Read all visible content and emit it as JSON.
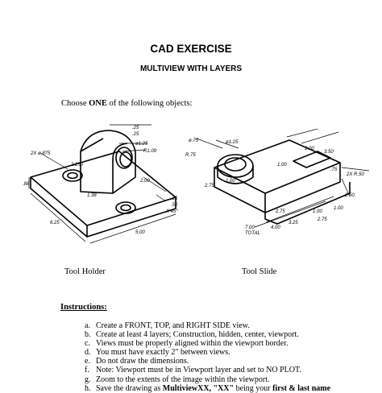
{
  "header": {
    "title": "CAD EXERCISE",
    "subtitle": "MULTIVIEW WITH LAYERS"
  },
  "prompt": {
    "prefix": "Choose ",
    "emphasis": "ONE",
    "suffix": " of the following objects:"
  },
  "figures": {
    "tool_holder": {
      "caption": "Tool Holder",
      "dims": {
        "d25a": ".25",
        "d25b": ".25",
        "r125": "ø1.25",
        "r109": "R1.09",
        "holes": "2X ø.875",
        "d250": "2.250",
        "d88": ".88",
        "d138": "1.38",
        "d200": "2.00",
        "d25c": ".25",
        "d50": ".50",
        "d45": "X 45°",
        "d625": "6.25",
        "d500": "5.00"
      }
    },
    "tool_slide": {
      "caption": "Tool Slide",
      "dims": {
        "d75": "ø.75",
        "d125": "ø1.25",
        "r75": "R.75",
        "d200": "2.00",
        "d350": "3.50",
        "d100a": "1.00",
        "d75b": ".75",
        "r50": "2X R.50",
        "d275a": "2.75",
        "d100b": "1.00",
        "d250": "2.50",
        "d275b": "2.75",
        "d100c": "1.00",
        "d325": "3.25",
        "d400": "4.00",
        "d700": "7.00",
        "total": "TOTAL",
        "d275c": "2.75",
        "d100d": "1.00"
      }
    }
  },
  "instructions": {
    "heading": "Instructions:",
    "items": [
      {
        "letter": "a.",
        "text": "Create a FRONT, TOP, and RIGHT SIDE view."
      },
      {
        "letter": "b.",
        "text": "Create at least 4 layers; Construction, hidden, center, viewport."
      },
      {
        "letter": "c.",
        "text": "Views must be properly aligned within the viewport border."
      },
      {
        "letter": "d.",
        "text": "You must have exactly 2\" between views."
      },
      {
        "letter": "e.",
        "text": "Do not draw the dimensions."
      },
      {
        "letter": "f.",
        "text": "Note: Viewport must be in Viewport layer and set to NO PLOT."
      },
      {
        "letter": "g.",
        "text": "Zoom to the extents of the image within the viewport."
      },
      {
        "letter": "h.",
        "text_a": "Save the drawing as ",
        "text_b": "MultiviewXX, \"XX\"",
        "text_c": " being your ",
        "text_d": "first & last name"
      }
    ]
  }
}
